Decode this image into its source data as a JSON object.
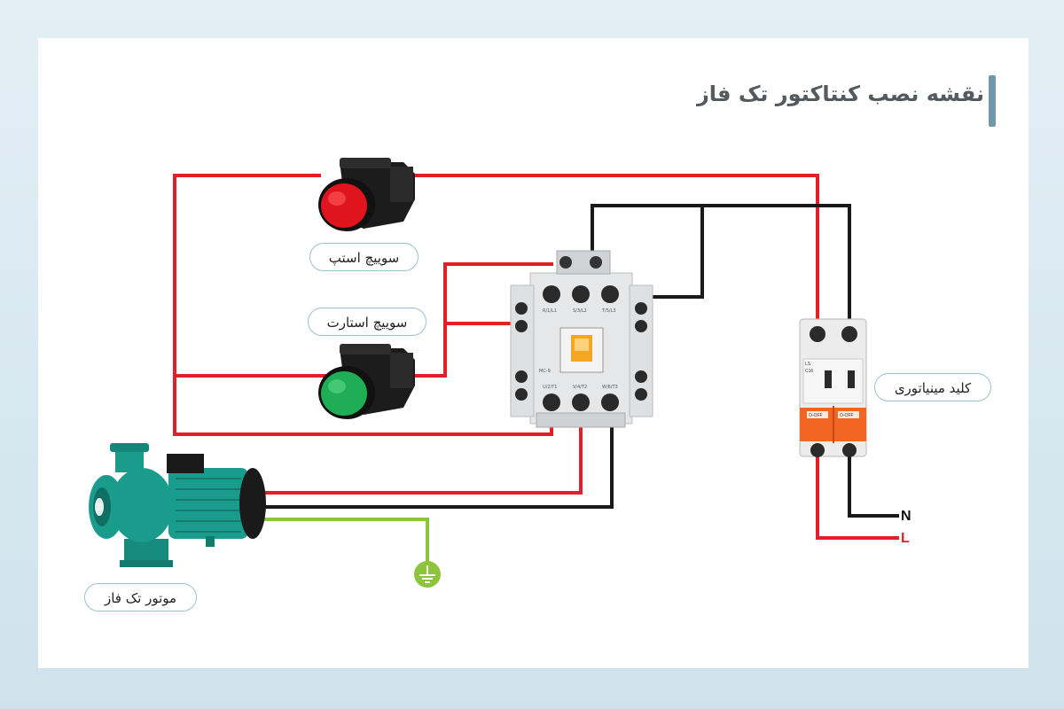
{
  "title": "نقشه نصب کنتاکتور تک فاز",
  "labels": {
    "stop_switch": "سوییچ استپ",
    "start_switch": "سوییچ استارت",
    "breaker": "کلید مینیاتوری",
    "motor": "موتور تک فاز"
  },
  "terminals": {
    "neutral": "N",
    "line": "L"
  },
  "contactor_marks": {
    "top": [
      "R/1/L1",
      "S/3/L2",
      "T/5/L3"
    ],
    "bottom": [
      "U/2/T1",
      "V/4/T2",
      "W/6/T3"
    ],
    "model": "MC-9"
  },
  "breaker_marks": {
    "brand": "LS",
    "rating": "C16",
    "off": "O-OFF"
  },
  "colors": {
    "phase_wire": "#e3202a",
    "neutral_wire": "#1a1a1a",
    "ground_wire": "#8cc43c",
    "stop_button": "#e0141c",
    "start_button": "#1fae55",
    "motor_body": "#1a9c8c",
    "breaker_handle": "#f26522"
  }
}
